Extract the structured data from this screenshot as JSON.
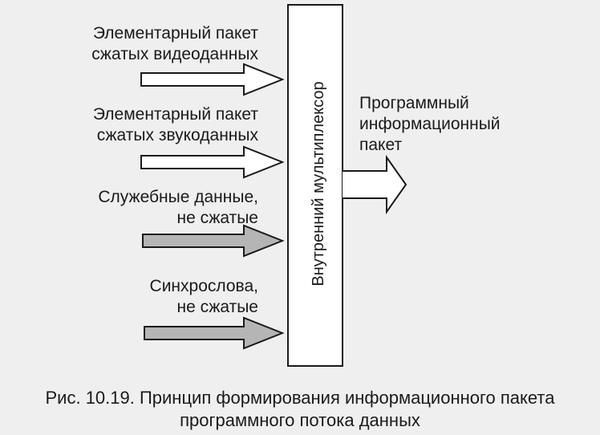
{
  "inputs": {
    "video": {
      "line1": "Элементарный пакет",
      "line2": "сжатых видеоданных"
    },
    "audio": {
      "line1": "Элементарный пакет",
      "line2": "сжатых звукоданных"
    },
    "service": {
      "line1": "Служебные данные,",
      "line2": "не сжатые"
    },
    "sync": {
      "line1": "Синхрослова,",
      "line2": "не сжатые"
    }
  },
  "multiplexer": {
    "label": "Внутренний мультиплексор"
  },
  "output": {
    "line1": "Программный",
    "line2": "информационный",
    "line3": "пакет"
  },
  "caption": {
    "line1": "Рис. 10.19. Принцип формирования информационного пакета",
    "line2": "программного  потока  данных"
  },
  "colors": {
    "background": "#efefef",
    "stroke": "#1a1a1a",
    "hollow_arrow_fill": "#ffffff",
    "shaded_arrow_fill": "#b5b5b5"
  }
}
